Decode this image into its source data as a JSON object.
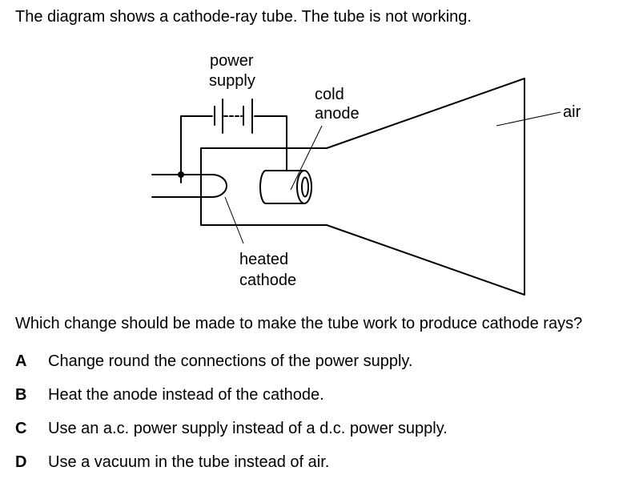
{
  "question": {
    "stem": "The diagram shows a cathode-ray tube. The tube is not working.",
    "prompt": "Which change should be made to make the tube work to produce cathode rays?"
  },
  "diagram": {
    "labels": {
      "power_line1": "power",
      "power_line2": "supply",
      "cold_line1": "cold",
      "cold_line2": "anode",
      "air": "air",
      "heated_line1": "heated",
      "heated_line2": "cathode"
    }
  },
  "options": [
    {
      "letter": "A",
      "text": "Change round the connections of the power supply."
    },
    {
      "letter": "B",
      "text": "Heat the anode instead of the cathode."
    },
    {
      "letter": "C",
      "text": "Use an a.c. power supply instead of a d.c. power supply."
    },
    {
      "letter": "D",
      "text": "Use a vacuum in the tube instead of air."
    }
  ]
}
